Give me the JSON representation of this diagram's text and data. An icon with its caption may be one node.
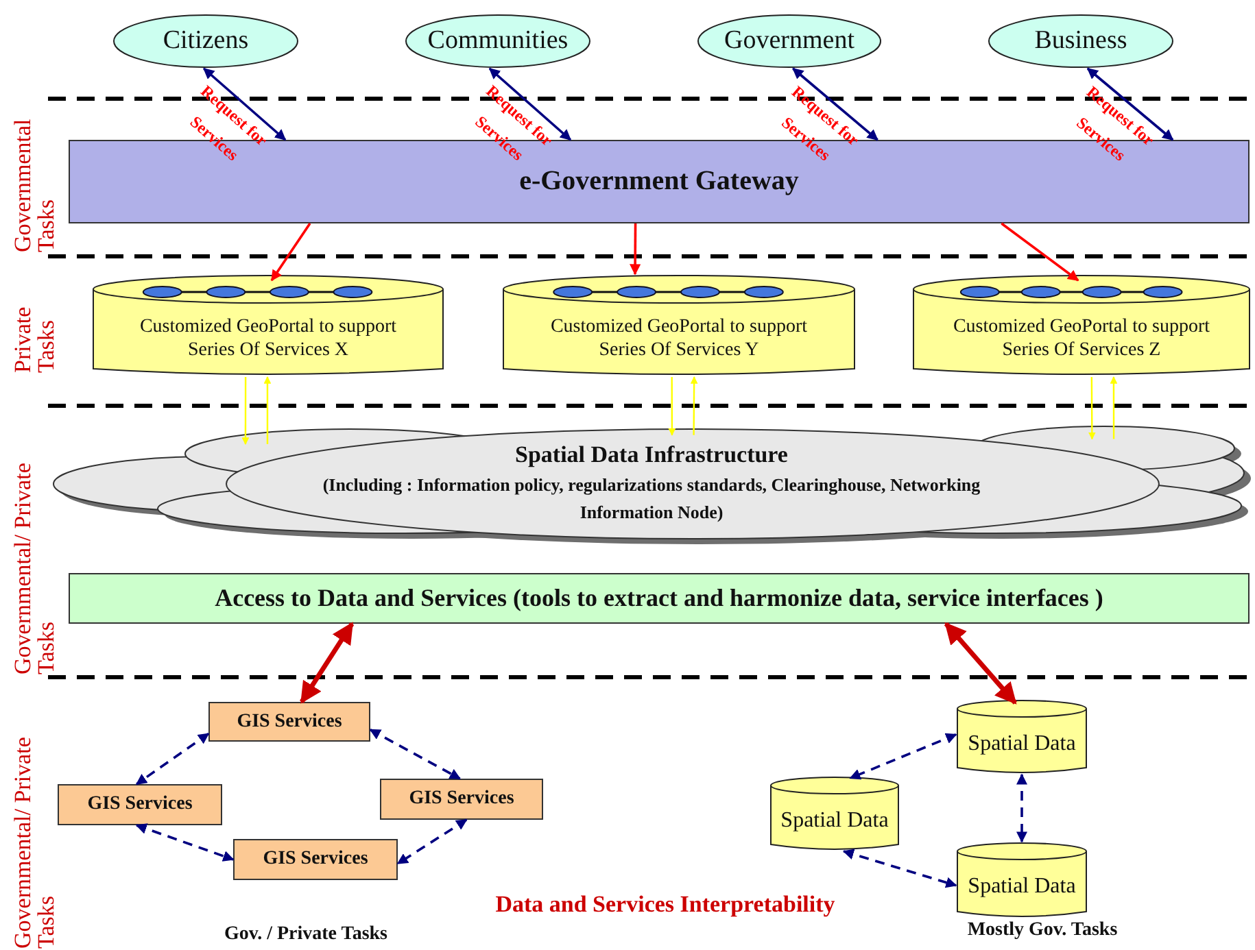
{
  "diagram": {
    "nodes": [
      {
        "text": [
          "Citizens"
        ]
      },
      {
        "text": [
          "Communities"
        ]
      },
      {
        "text": [
          "Government"
        ]
      },
      {
        "text": [
          "Business"
        ]
      },
      {
        "text": [
          "e-Government Gateway"
        ]
      },
      {
        "text": [
          "Customized GeoPortal to support Series Of Services X"
        ]
      },
      {
        "text": [
          "Customized GeoPortal to support Series Of Services Y"
        ]
      },
      {
        "text": [
          "Customized GeoPortal to support Series Of Services Z"
        ]
      },
      {
        "text": [
          "Spatial Data Infrastructure",
          "(Including : Information policy, regularizations standards, Clearinghouse, Networking Information Node)"
        ]
      },
      {
        "text": [
          "Access to Data and Services (tools to extract and harmonize data, service interfaces )"
        ]
      },
      {
        "text": [
          "GIS Services"
        ]
      },
      {
        "text": [
          "GIS Services"
        ]
      },
      {
        "text": [
          "GIS Services"
        ]
      },
      {
        "text": [
          "GIS Services"
        ]
      },
      {
        "text": [
          "Spatial Data"
        ]
      },
      {
        "text": [
          "Spatial Data"
        ]
      },
      {
        "text": [
          "Spatial Data"
        ]
      }
    ],
    "edges": [
      {
        "from": 0,
        "to": 4,
        "arrow": "both",
        "label": "Request for Services"
      },
      {
        "from": 1,
        "to": 4,
        "arrow": "both",
        "label": "Request for Services"
      },
      {
        "from": 2,
        "to": 4,
        "arrow": "both",
        "label": "Request for Services"
      },
      {
        "from": 3,
        "to": 4,
        "arrow": "both",
        "label": "Request for Services"
      },
      {
        "from": 4,
        "to": 5,
        "arrow": "to",
        "color": "#ff0000"
      },
      {
        "from": 4,
        "to": 6,
        "arrow": "to",
        "color": "#ff0000"
      },
      {
        "from": 4,
        "to": 7,
        "arrow": "to",
        "color": "#ff0000"
      },
      {
        "from": 5,
        "to": 8,
        "arrow": "to",
        "color": "#ffff00"
      },
      {
        "from": 8,
        "to": 5,
        "arrow": "to",
        "color": "#ffff00"
      },
      {
        "from": 6,
        "to": 8,
        "arrow": "to",
        "color": "#ffff00"
      },
      {
        "from": 8,
        "to": 6,
        "arrow": "to",
        "color": "#ffff00"
      },
      {
        "from": 7,
        "to": 8,
        "arrow": "to",
        "color": "#ffff00"
      },
      {
        "from": 8,
        "to": 7,
        "arrow": "to",
        "color": "#ffff00"
      },
      {
        "from": 9,
        "to": 10,
        "arrow": "both",
        "style": "thick",
        "color": "#cc0000"
      },
      {
        "from": 9,
        "to": 14,
        "arrow": "both",
        "style": "thick",
        "color": "#cc0000"
      },
      {
        "from": 10,
        "to": 11,
        "arrow": "both",
        "style": "dashed"
      },
      {
        "from": 10,
        "to": 12,
        "arrow": "both",
        "style": "dashed"
      },
      {
        "from": 12,
        "to": 13,
        "arrow": "both",
        "style": "dashed"
      },
      {
        "from": 11,
        "to": 13,
        "arrow": "both",
        "style": "dashed"
      },
      {
        "from": 14,
        "to": 15,
        "arrow": "both",
        "style": "dashed"
      },
      {
        "from": 14,
        "to": 16,
        "arrow": "both",
        "style": "dashed"
      },
      {
        "from": 15,
        "to": 16,
        "arrow": "both",
        "style": "dashed"
      }
    ],
    "labels": [
      "Governmental Tasks",
      "Private Tasks",
      "Governmental/ Private Tasks",
      "Governmental/ Private Tasks",
      "Data and Services Interpretability",
      "Gov. / Private Tasks",
      "Mostly Gov. Tasks"
    ]
  }
}
